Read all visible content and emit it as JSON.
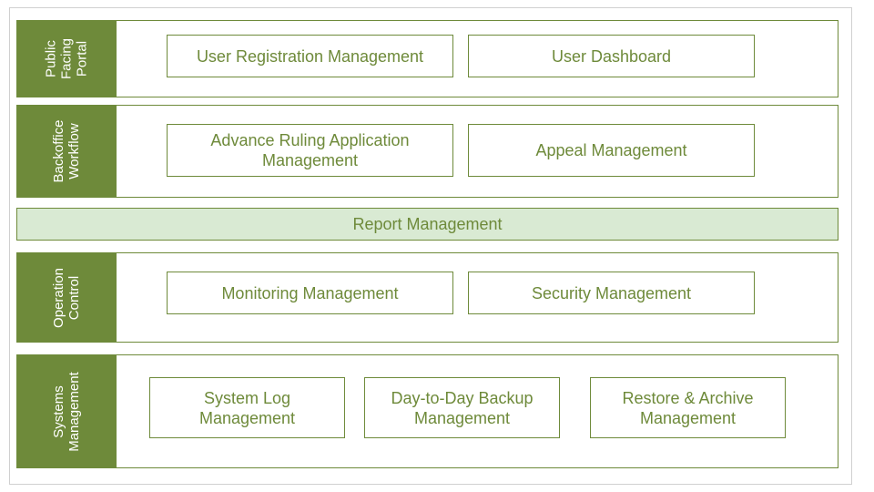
{
  "rows": [
    {
      "label": "Public\nFacing\nPortal",
      "boxes": [
        "User Registration Management",
        "User Dashboard"
      ]
    },
    {
      "label": "Backoffice\nWorkflow",
      "boxes": [
        "Advance Ruling Application\nManagement",
        "Appeal Management"
      ]
    },
    {
      "label": "Operation\nControl",
      "boxes": [
        "Monitoring Management",
        "Security Management"
      ]
    },
    {
      "label": "Systems\nManagement",
      "boxes": [
        "System Log\nManagement",
        "Day-to-Day Backup\nManagement",
        "Restore & Archive\nManagement"
      ]
    }
  ],
  "report_band": "Report Management",
  "colors": {
    "primary_green": "#6e8a3a",
    "band_fill": "#d9ead3"
  }
}
